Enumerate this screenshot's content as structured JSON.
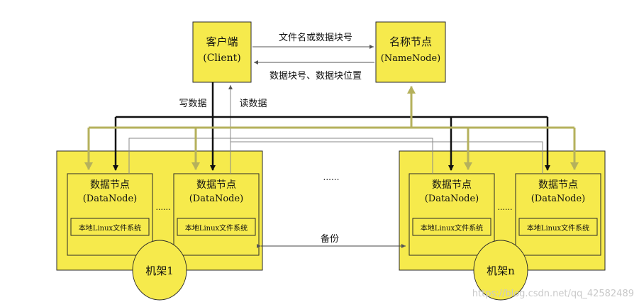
{
  "colors": {
    "box_fill": "#f6ea4c",
    "box_stroke": "#2a2a2a",
    "olive_arrow": "#b5b15c",
    "black_arrow": "#111111",
    "thin_line": "#8a8a8a"
  },
  "client": {
    "title": "客户端",
    "subtitle": "(Client)"
  },
  "namenode": {
    "title": "名称节点",
    "subtitle": "(NameNode)"
  },
  "arrows": {
    "to_namenode": "文件名或数据块号",
    "to_client": "数据块号、数据块位置",
    "write": "写数据",
    "read": "读数据",
    "backup": "备份"
  },
  "racks": [
    {
      "label": "机架1",
      "datanodes": [
        {
          "title": "数据节点",
          "subtitle": "(DataNode)",
          "fs": "本地Linux文件系统"
        },
        {
          "title": "数据节点",
          "subtitle": "(DataNode)",
          "fs": "本地Linux文件系统"
        }
      ],
      "ellipsis": "......"
    },
    {
      "label": "机架n",
      "datanodes": [
        {
          "title": "数据节点",
          "subtitle": "(DataNode)",
          "fs": "本地Linux文件系统"
        },
        {
          "title": "数据节点",
          "subtitle": "(DataNode)",
          "fs": "本地Linux文件系统"
        }
      ],
      "ellipsis": "......"
    }
  ],
  "between_racks_ellipsis": "......",
  "watermark": "https://blog.csdn.net/qq_42582489"
}
